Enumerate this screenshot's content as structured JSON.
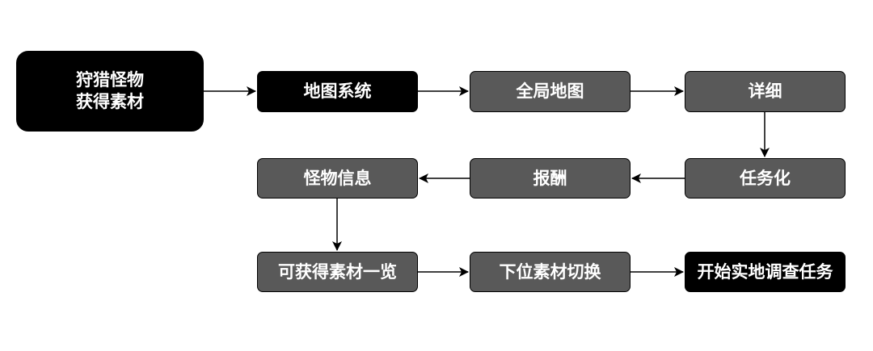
{
  "nodes": {
    "hunt": {
      "line1": "狩猎怪物",
      "line2": "获得素材"
    },
    "map_system": "地图系统",
    "global_map": "全局地图",
    "detail": "详细",
    "task": "任务化",
    "reward": "报酬",
    "monster_info": "怪物信息",
    "material_list": "可获得素材一览",
    "material_switch": "下位素材切换",
    "start_survey": "开始实地调查任务"
  }
}
